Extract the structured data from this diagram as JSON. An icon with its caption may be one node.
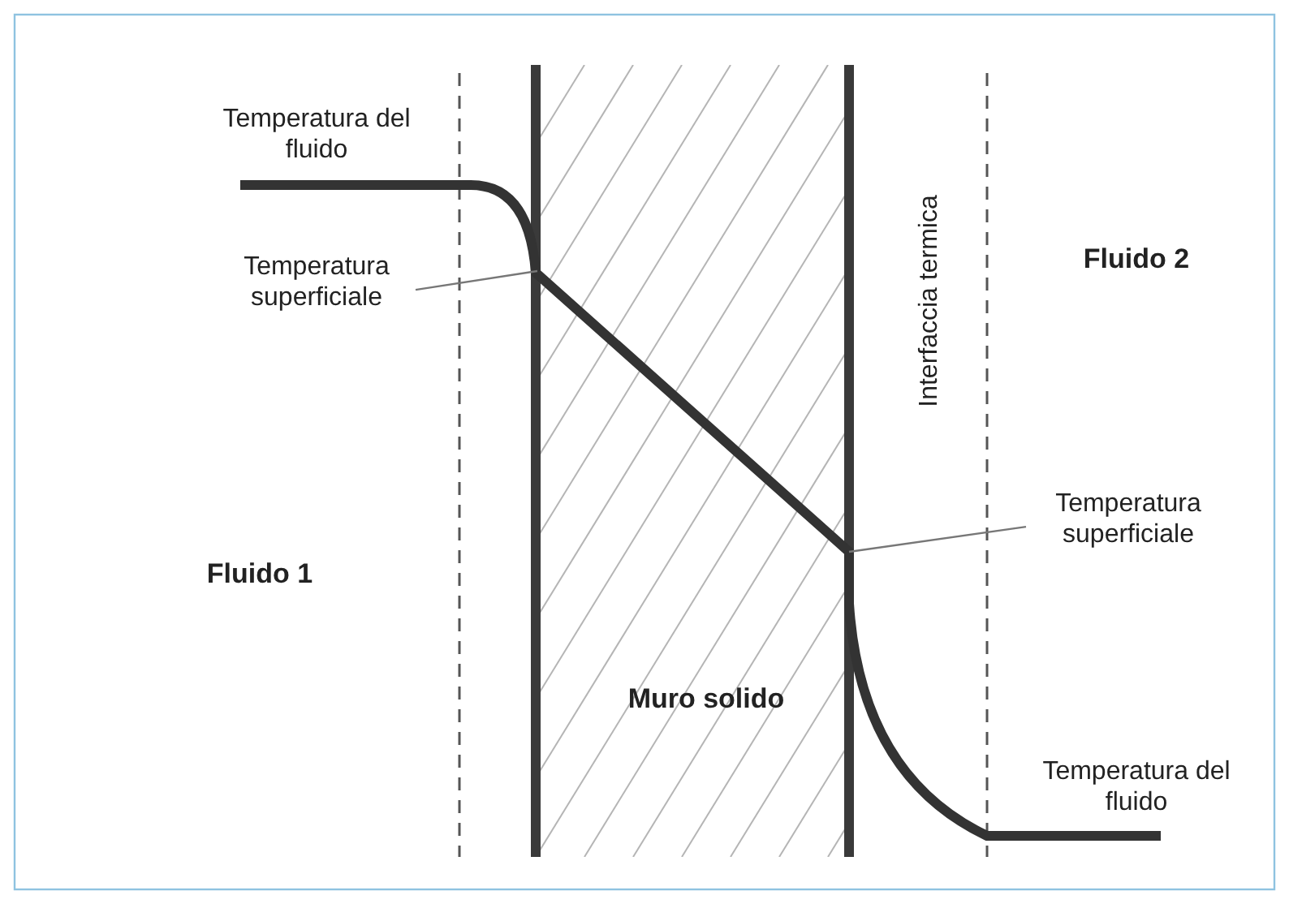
{
  "diagram": {
    "nodes": [
      {
        "text": [
          "Temperatura superficiale"
        ]
      },
      {
        "text": [
          "Temperatura superficiale"
        ]
      }
    ],
    "edges": [
      {
        "from": 0,
        "to": null,
        "arrow": "none"
      },
      {
        "from": 1,
        "to": null,
        "arrow": "none"
      }
    ],
    "labels": [
      "Temperatura del fluido",
      "Interfaccia termica",
      "Fluido 2",
      "Fluido 1",
      "Muro solido",
      "Temperatura del fluido"
    ]
  }
}
